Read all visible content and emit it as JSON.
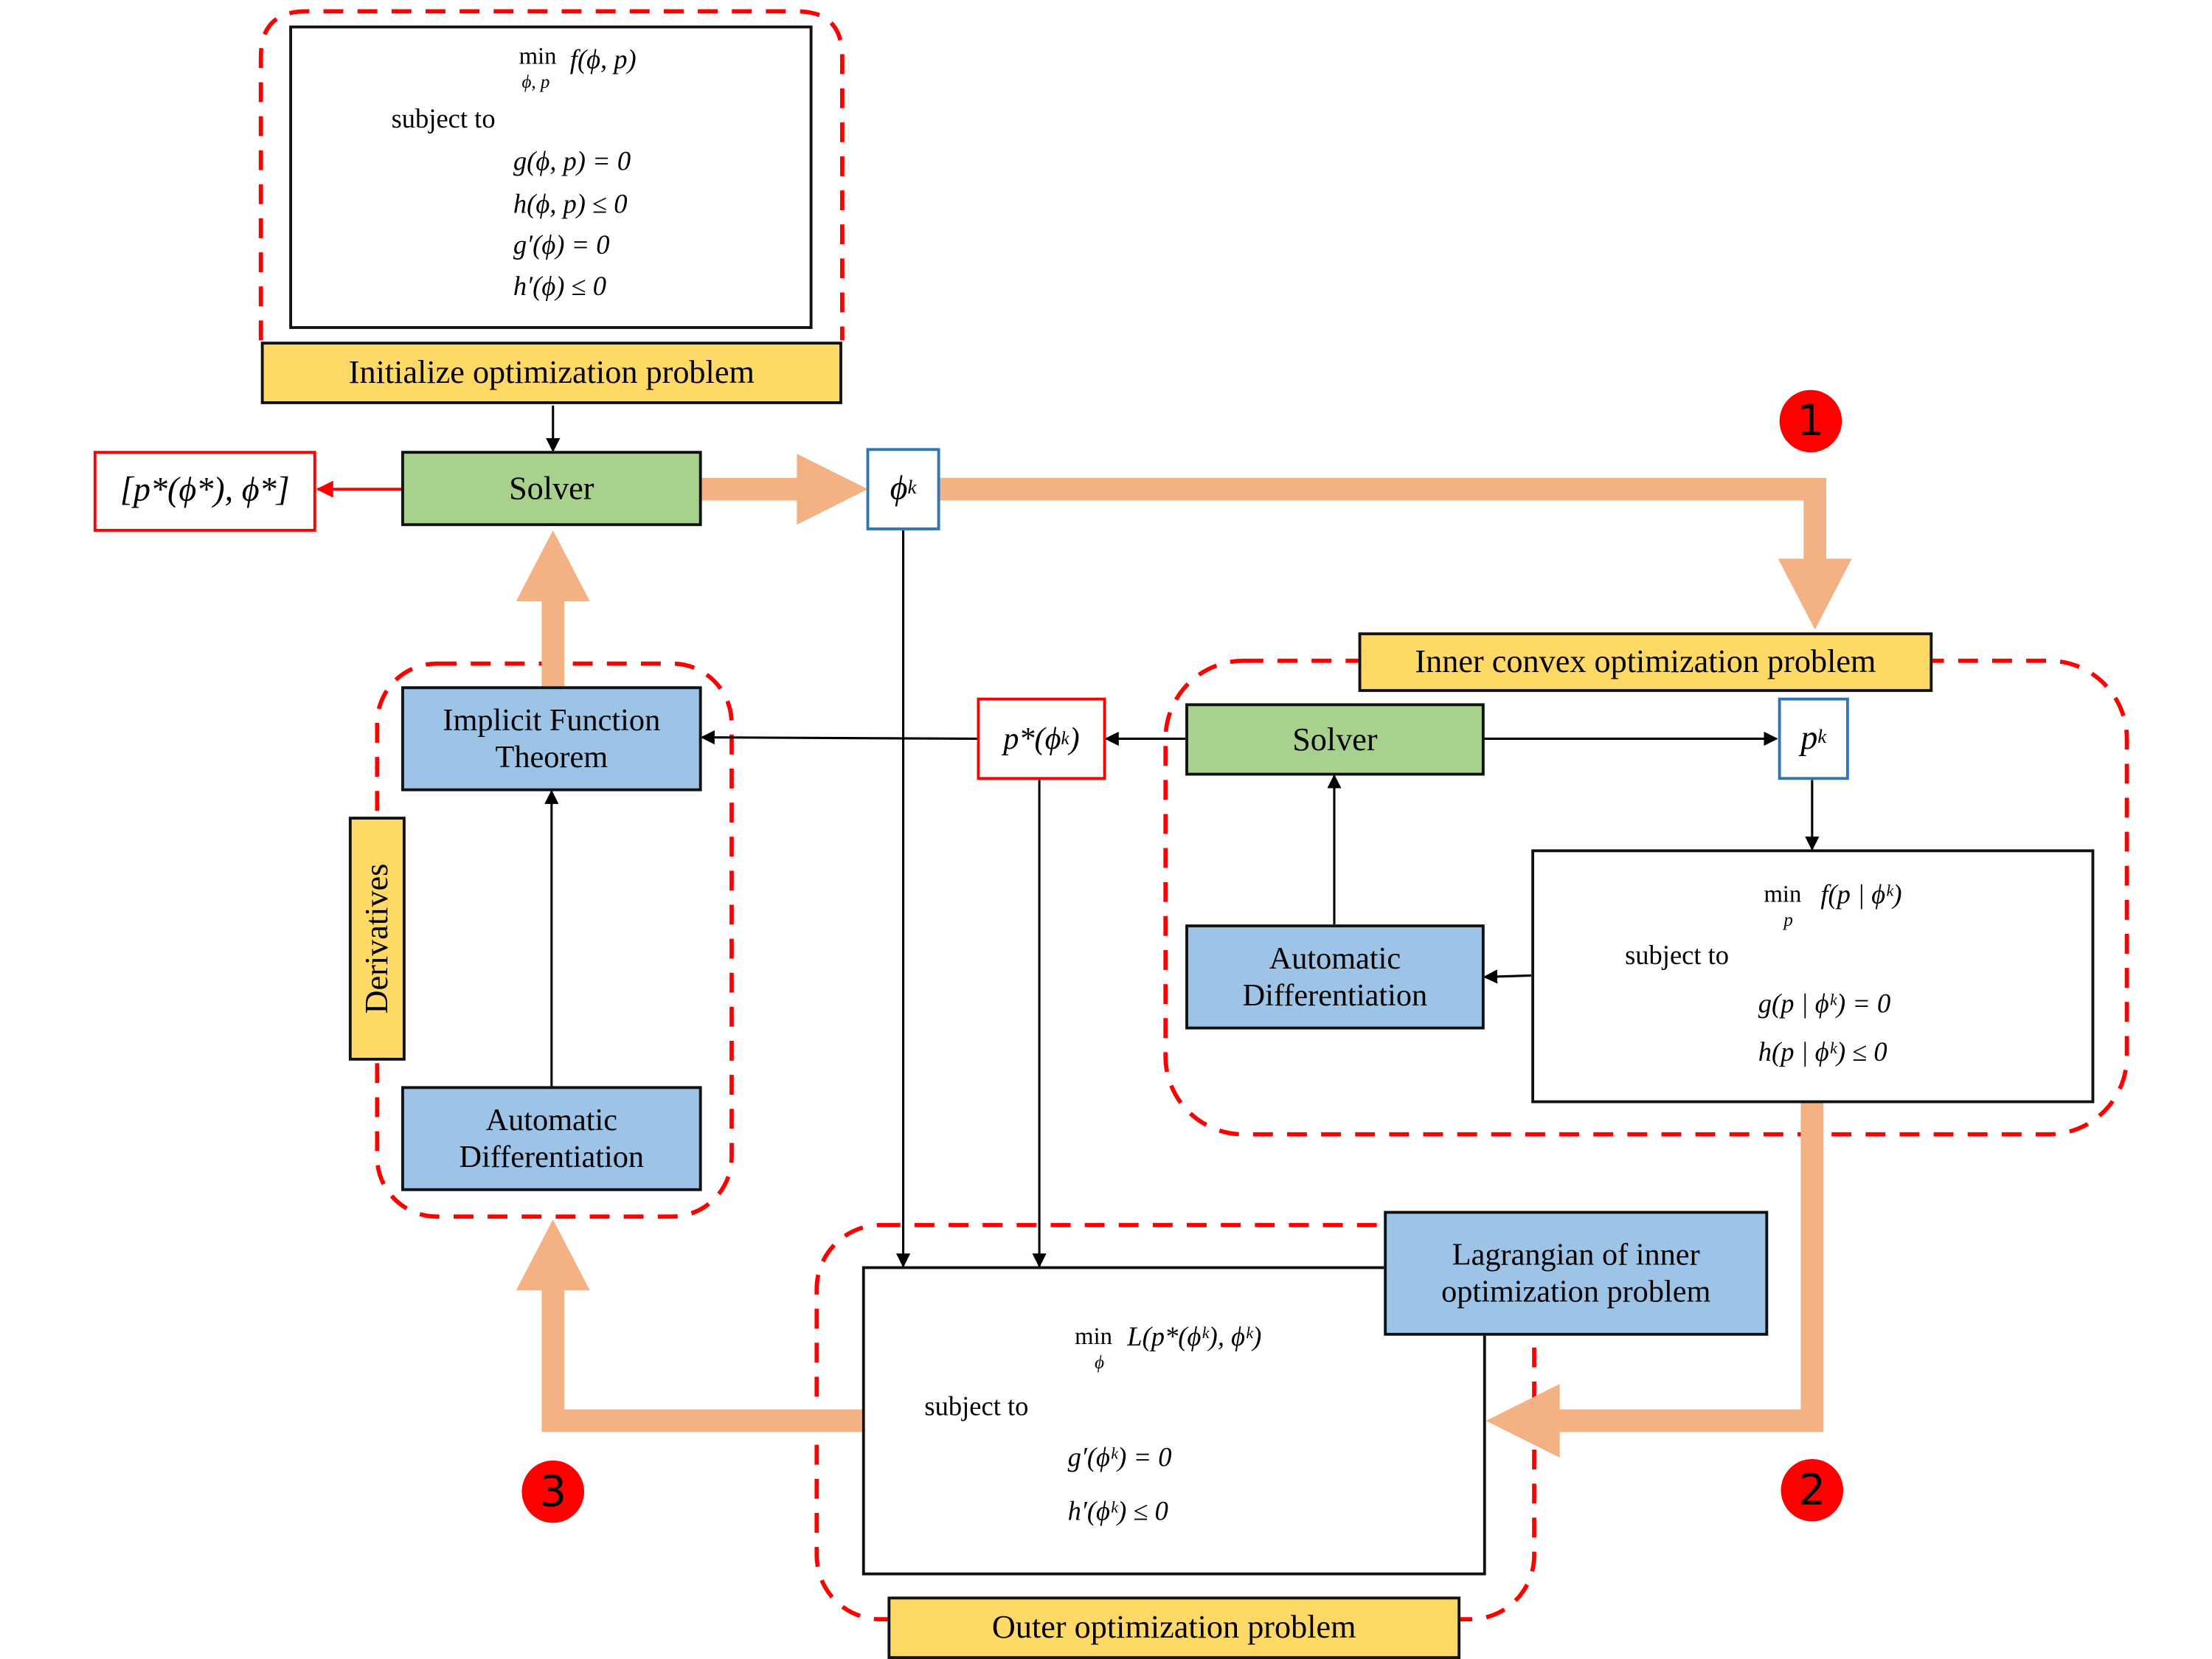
{
  "colors": {
    "dashed_group": "#ff0000",
    "thick_arrow": "#f4b183",
    "solver_green": "#a9d18e",
    "process_blue": "#9dc3e6",
    "label_yellow": "#ffd966",
    "output_red": "#ff0000",
    "variable_blue": "#2e75b6",
    "badge_red": "#ff0000"
  },
  "init_problem": {
    "label": "Initialize optimization problem",
    "objective_min": "min",
    "objective_sub": "ϕ, p",
    "objective": "f(ϕ, p)",
    "subject_to": "subject to",
    "constraints": [
      "g(ϕ, p) = 0",
      "h(ϕ, p) ≤ 0",
      "g′(ϕ) = 0",
      "h′(ϕ) ≤ 0"
    ]
  },
  "outer_solver": {
    "label": "Solver"
  },
  "final_output": {
    "label": "[p*(ϕ*),  ϕ*]"
  },
  "phi_k": {
    "label": "ϕ",
    "sup": "k"
  },
  "p_star_phi_k": {
    "label": "p*(ϕ",
    "sup": "k",
    "tail": ")"
  },
  "p_k": {
    "label": "p",
    "sup": "k"
  },
  "inner_problem": {
    "label": "Inner convex optimization problem",
    "solver_label": "Solver",
    "autodiff_label_line1": "Automatic",
    "autodiff_label_line2": "Differentiation",
    "objective_min": "min",
    "objective_sub": "p",
    "objective": "f(p | ϕᵏ)",
    "subject_to": "subject to",
    "constraints": [
      "g(p | ϕᵏ) = 0",
      "h(p | ϕᵏ) ≤ 0"
    ]
  },
  "derivatives": {
    "label": "Derivatives",
    "ift_line1": "Implicit Function",
    "ift_line2": "Theorem",
    "autodiff_line1": "Automatic",
    "autodiff_line2": "Differentiation"
  },
  "outer_problem": {
    "label": "Outer optimization problem",
    "lagrangian_line1": "Lagrangian of inner",
    "lagrangian_line2": "optimization problem",
    "objective_min": "min",
    "objective_sub": "ϕ",
    "objective": "L(p*(ϕᵏ),  ϕᵏ)",
    "subject_to": "subject to",
    "constraints": [
      "g′(ϕᵏ) = 0",
      "h′(ϕᵏ) ≤ 0"
    ]
  },
  "steps": [
    "1",
    "2",
    "3"
  ]
}
